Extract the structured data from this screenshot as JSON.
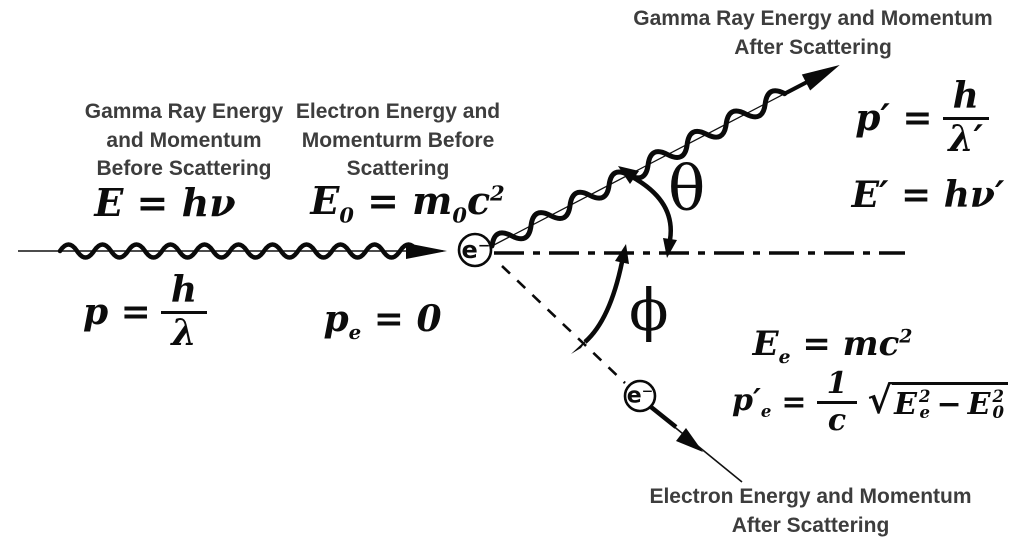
{
  "labels": {
    "gamma_before": "Gamma Ray Energy\nand Momentum\nBefore Scattering",
    "electron_before": "Electron Energy and\nMomenturm Before\nScattering",
    "gamma_after": "Gamma Ray Energy and Momentum\nAfter Scattering",
    "electron_after": "Electron Energy and Momentum\nAfter Scattering"
  },
  "equations": {
    "gamma_energy_before": "E = hν",
    "gamma_momentum_before": {
      "lhs": "p =",
      "num": "h",
      "den": "λ"
    },
    "electron_energy_before": {
      "base1": "E",
      "sub1": "0",
      "mid": "= m",
      "sub2": "0",
      "base2": "c",
      "sup2": "2"
    },
    "electron_momentum_before": {
      "base": "p",
      "sub": "e",
      "rhs": "= 0"
    },
    "gamma_momentum_after": {
      "lhs": "p′ =",
      "num": "h",
      "den": "λ′"
    },
    "gamma_energy_after": "E′ = hν′",
    "electron_energy_after": {
      "base1": "E",
      "sub1": "e",
      "mid": "= mc",
      "sup": "2"
    },
    "electron_momentum_after": {
      "base": "p′",
      "sub": "e",
      "eq": "=",
      "num": "1",
      "den": "c",
      "radicand": {
        "t1": "E",
        "t1sub": "e",
        "t1sup": "2",
        "minus": "−",
        "t2": "E",
        "t2sub": "0",
        "t2sup": "2"
      }
    }
  },
  "diagram": {
    "target_electron_symbol": "e⁻",
    "scattered_electron_symbol": "e⁻",
    "theta_symbol": "θ",
    "phi_symbol": "ϕ"
  },
  "colors": {
    "ink": "#000000",
    "label_text": "#3d3d3d",
    "background": "#ffffff"
  }
}
